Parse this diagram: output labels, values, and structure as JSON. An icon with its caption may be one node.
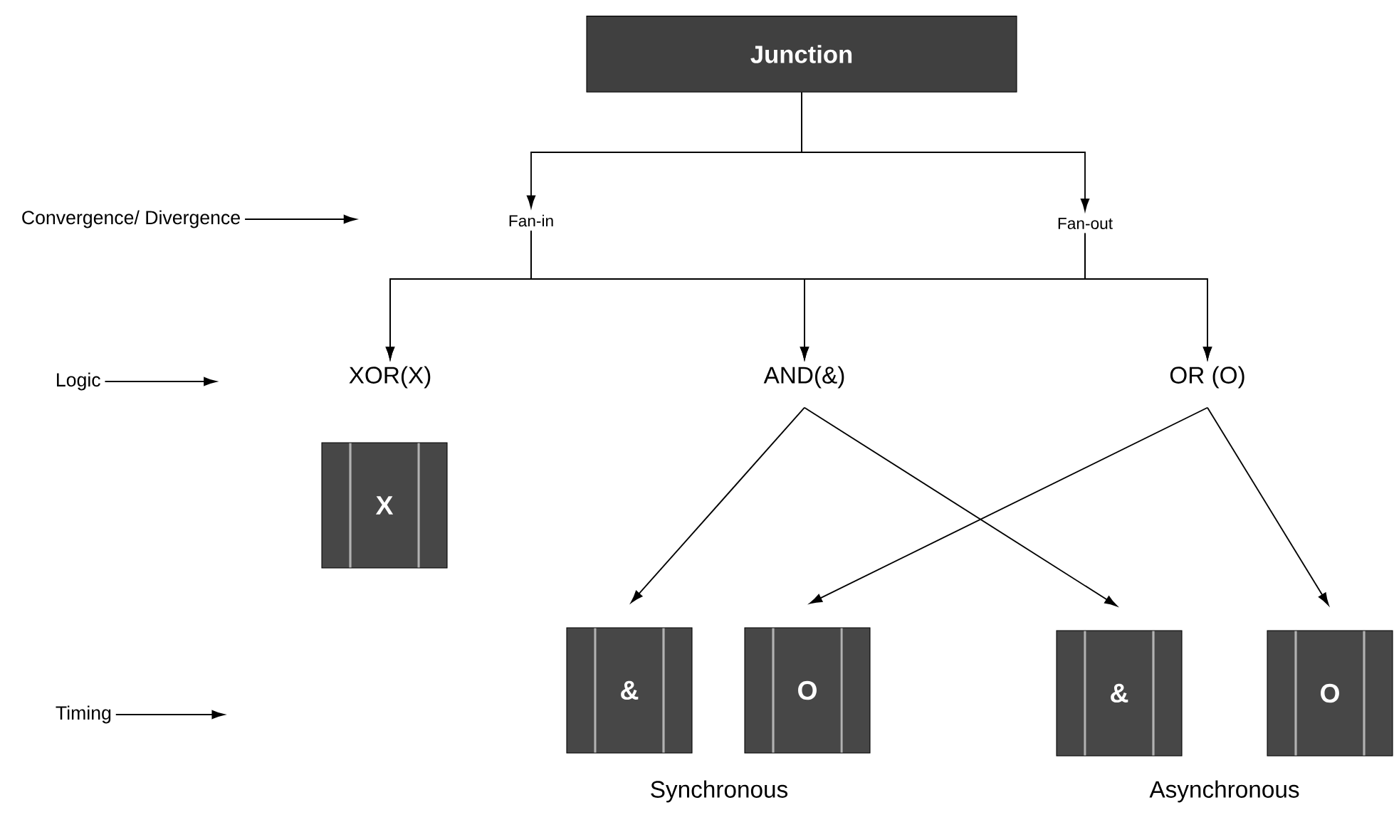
{
  "diagram": {
    "nodes": [
      {
        "text": [
          "Junction"
        ]
      },
      {
        "text": [
          "Fan-in"
        ]
      },
      {
        "text": [
          "Fan-out"
        ]
      },
      {
        "text": [
          "XOR(X)"
        ]
      },
      {
        "text": [
          "AND(&)"
        ]
      },
      {
        "text": [
          "OR (O)"
        ]
      },
      {
        "text": [
          "X"
        ]
      },
      {
        "text": [
          "&"
        ]
      },
      {
        "text": [
          "O"
        ]
      },
      {
        "text": [
          "&"
        ]
      },
      {
        "text": [
          "O"
        ]
      },
      {
        "text": [
          "Convergence/ Divergence"
        ]
      },
      {
        "text": [
          "Logic"
        ]
      },
      {
        "text": [
          "Timing"
        ]
      }
    ],
    "edges": [
      {
        "from": 0,
        "to": 1,
        "arrow": "to"
      },
      {
        "from": 0,
        "to": 2,
        "arrow": "to"
      },
      {
        "from": 1,
        "to": 3,
        "arrow": "to"
      },
      {
        "from": 1,
        "to": 4,
        "arrow": "to"
      },
      {
        "from": 1,
        "to": 5,
        "arrow": "to"
      },
      {
        "from": 2,
        "to": 3,
        "arrow": "to"
      },
      {
        "from": 2,
        "to": 4,
        "arrow": "to"
      },
      {
        "from": 2,
        "to": 5,
        "arrow": "to"
      },
      {
        "from": 4,
        "to": 7,
        "arrow": "to"
      },
      {
        "from": 4,
        "to": 9,
        "arrow": "to"
      },
      {
        "from": 5,
        "to": 8,
        "arrow": "to"
      },
      {
        "from": 5,
        "to": 10,
        "arrow": "to"
      },
      {
        "from": 11,
        "to": null,
        "arrow": "to"
      },
      {
        "from": 12,
        "to": null,
        "arrow": "to"
      },
      {
        "from": 13,
        "to": null,
        "arrow": "to"
      }
    ],
    "labels": [
      "Synchronous",
      "Asynchronous"
    ]
  }
}
